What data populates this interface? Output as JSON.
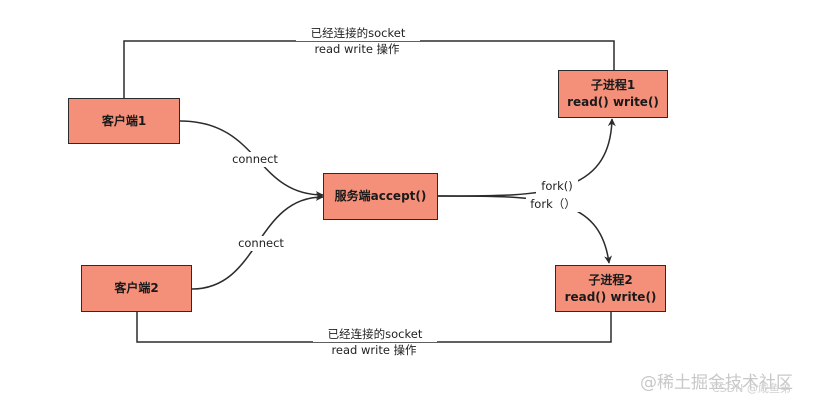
{
  "colors": {
    "node_fill": "#f4907a",
    "line": "#2b2b2b"
  },
  "nodes": {
    "client1": "客户端1",
    "client2": "客户端2",
    "server": "服务端accept()",
    "child1": {
      "line1": "子进程1",
      "line2": "read() write()"
    },
    "child2": {
      "line1": "子进程2",
      "line2": "read() write()"
    }
  },
  "edges": {
    "top_socket": {
      "line1": "已经连接的socket",
      "line2": "read write 操作"
    },
    "bottom_socket": {
      "line1": "已经连接的socket",
      "line2": "read write 操作"
    },
    "connect1": "connect",
    "connect2": "connect",
    "fork1": "fork()",
    "fork2": "fork（）"
  },
  "watermarks": {
    "site": "@稀土掘金技术社区",
    "csdn": "CSDN @咸鱼弟"
  }
}
